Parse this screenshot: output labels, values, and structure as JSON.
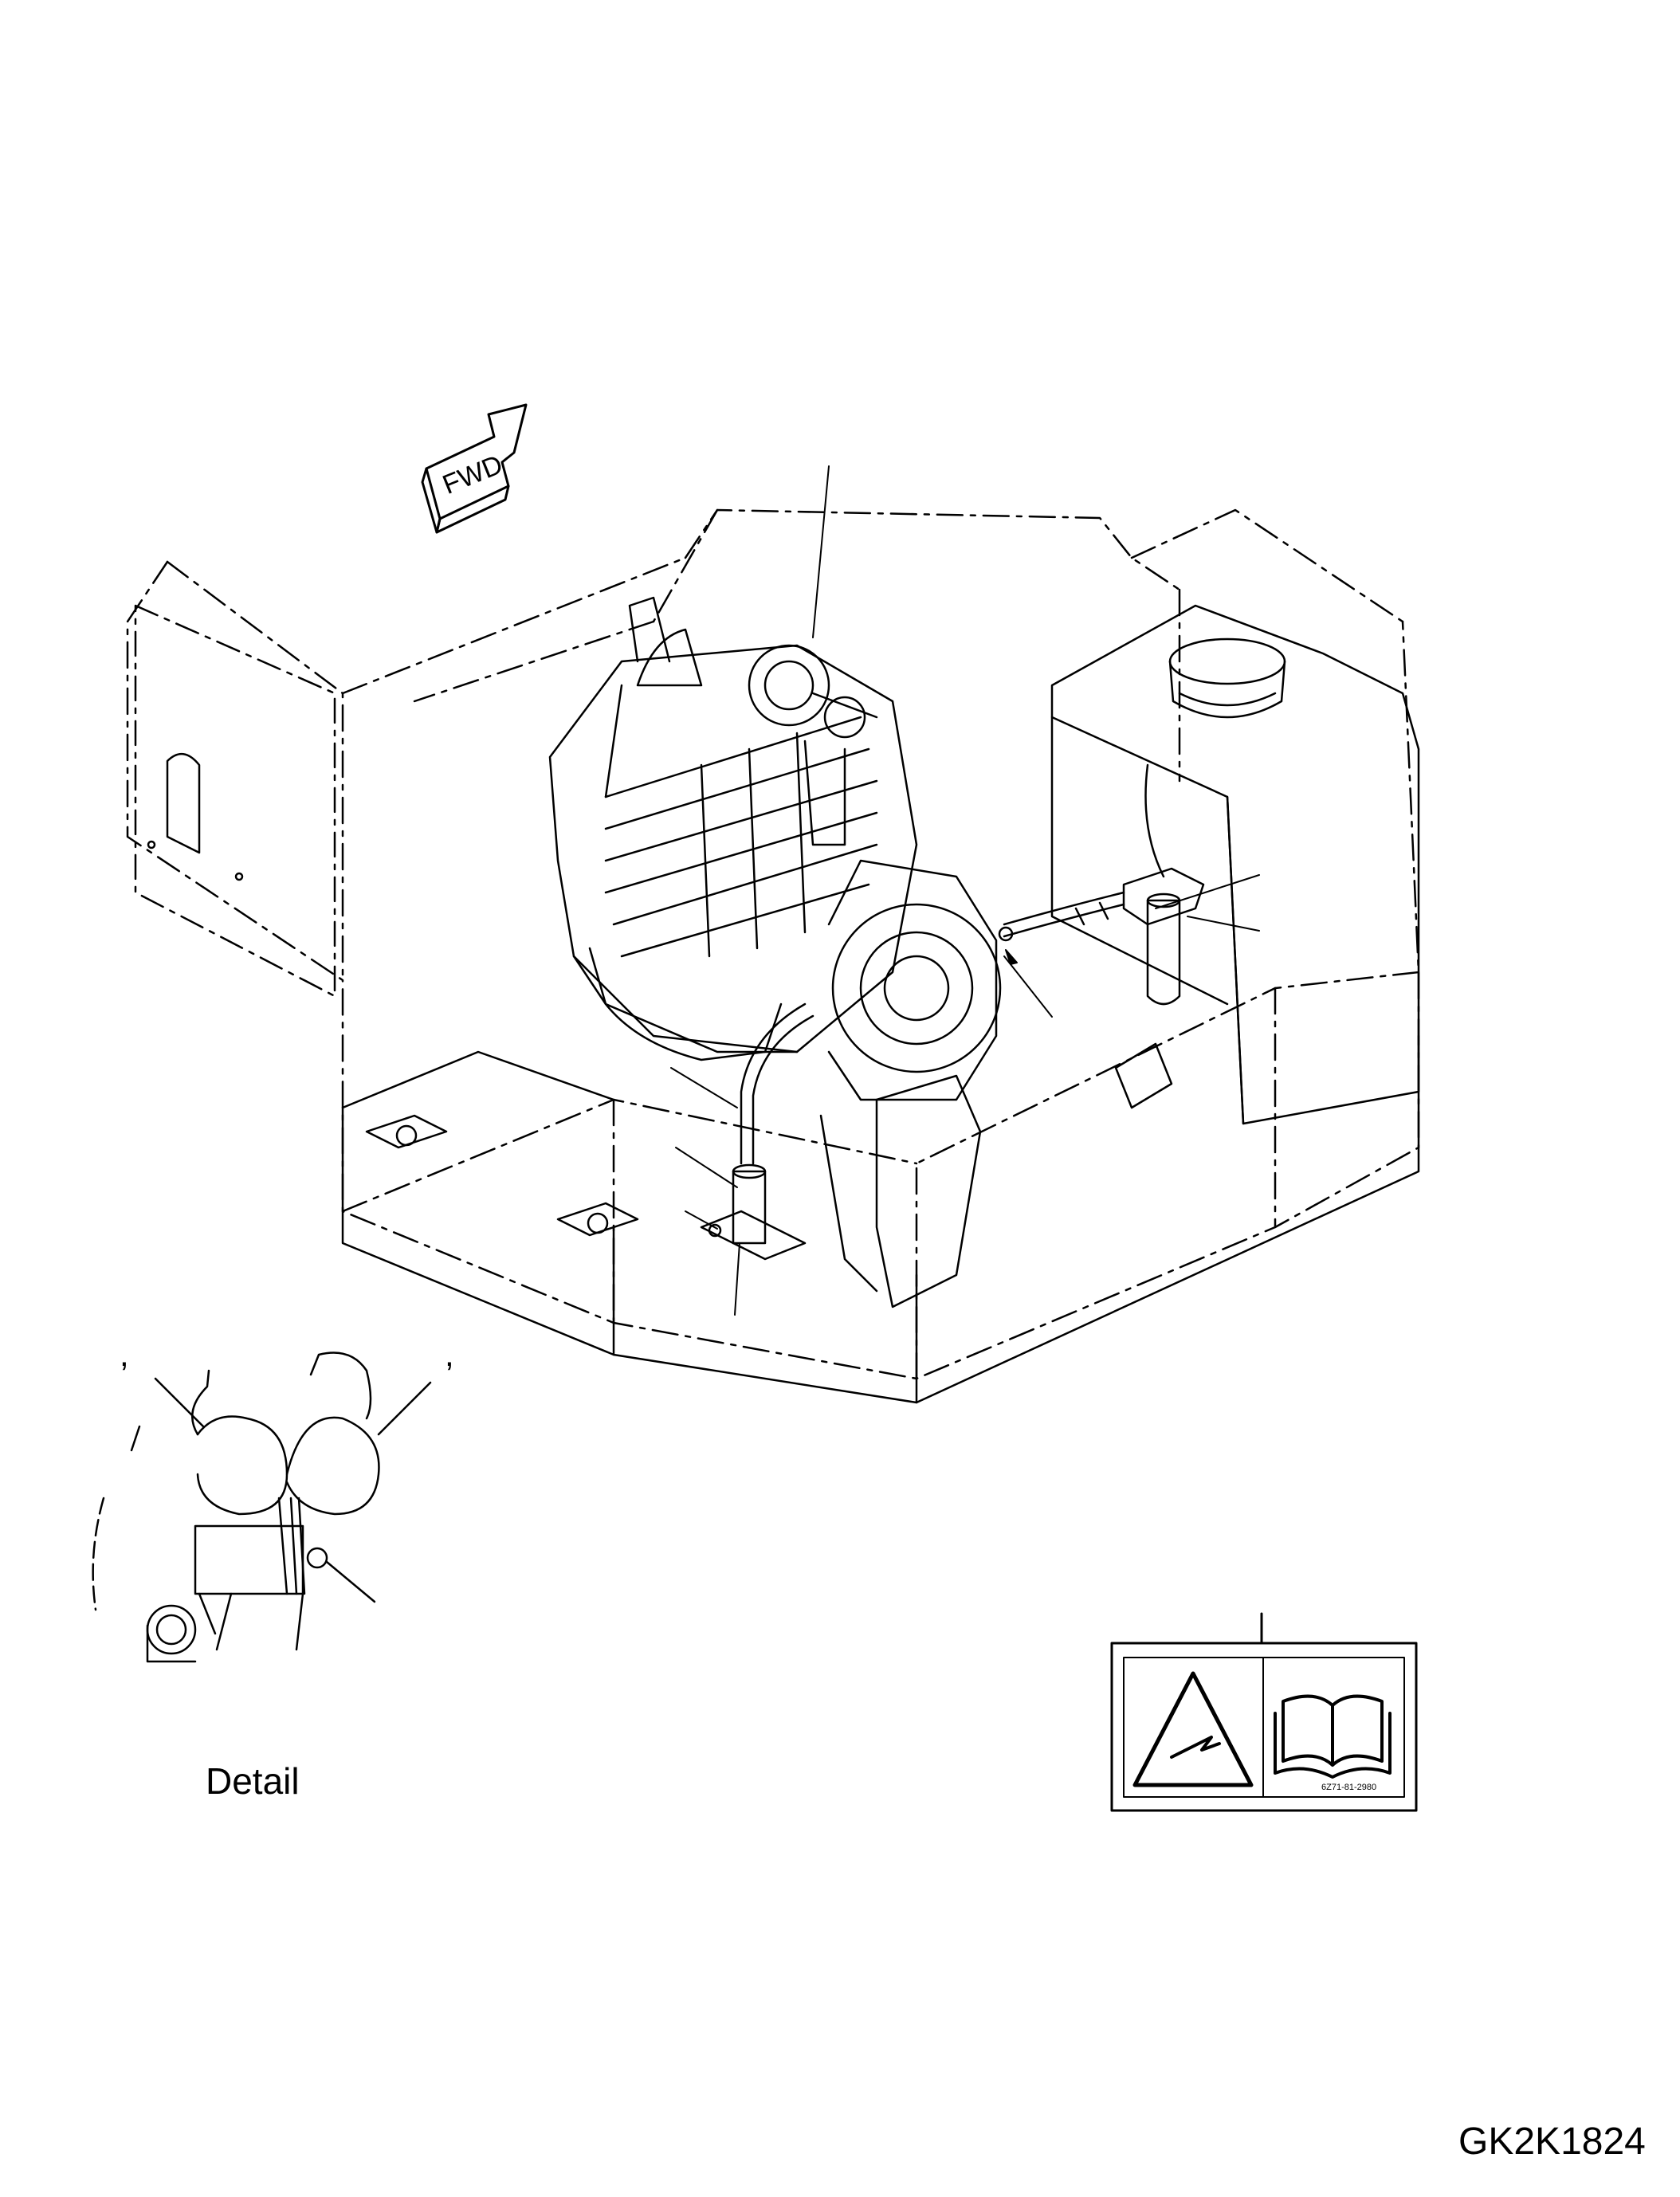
{
  "fwd_sign": {
    "text": "FWD",
    "icon": "forward-arrow-icon"
  },
  "detail": {
    "caption": "Detail",
    "apostrophe_left": ",",
    "apostrophe_right": ","
  },
  "warning_label": {
    "part_code": "6Z71-81-2980",
    "icons": [
      "warning-triangle-icon",
      "manual-book-icon"
    ]
  },
  "drawing_code": "GK2K1824",
  "colors": {
    "line": "#000000",
    "background": "#ffffff"
  }
}
